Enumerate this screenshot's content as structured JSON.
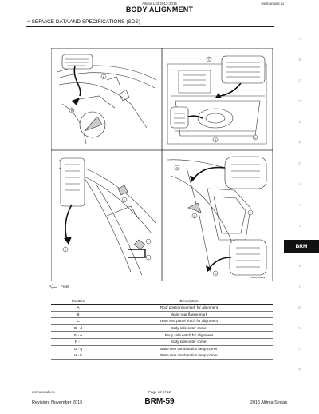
{
  "header": {
    "subtitle": "Altima L33 2013-2015",
    "site": "nsrmanuals.ru",
    "title": "BODY ALIGNMENT",
    "section": "< SERVICE DATA AND SPECIFICATIONS (SDS)"
  },
  "figure": {
    "image_code": "JSBIA0042ZZ",
    "labels": [
      "A",
      "B",
      "C",
      "D",
      "E",
      "F",
      "G",
      "H",
      "d",
      "e",
      "f",
      "g",
      "h"
    ]
  },
  "legend": {
    "label": "Front"
  },
  "table": {
    "headers": [
      "Position",
      "Description"
    ],
    "rows": [
      {
        "pos": "A",
        "desc": "Roof positioning mark for alignment"
      },
      {
        "pos": "B",
        "desc": "Waist rear flange mark"
      },
      {
        "pos": "C",
        "desc": "Rear end panel notch for alignment"
      },
      {
        "pos": "D - d",
        "desc": "Body side outer corner"
      },
      {
        "pos": "E - e",
        "desc": "Body side notch for alignment"
      },
      {
        "pos": "F - f",
        "desc": "Body side outer corner"
      },
      {
        "pos": "G - g",
        "desc": "Base rear combination lamp corner"
      },
      {
        "pos": "H - h",
        "desc": "Base rear combination lamp corner"
      }
    ]
  },
  "side_tabs": [
    "A",
    "B",
    "C",
    "D",
    "E",
    "F",
    "G",
    "H",
    "I",
    "J",
    "K",
    "L",
    "M",
    "N",
    "O",
    "P"
  ],
  "active_tab": "BRM",
  "footer": {
    "site": "nsrmanuals.ru",
    "page": "Page 12 of 12",
    "revision": "Revision: November 2015",
    "code": "BRM-59",
    "model": "2016 Altima Sedan"
  }
}
